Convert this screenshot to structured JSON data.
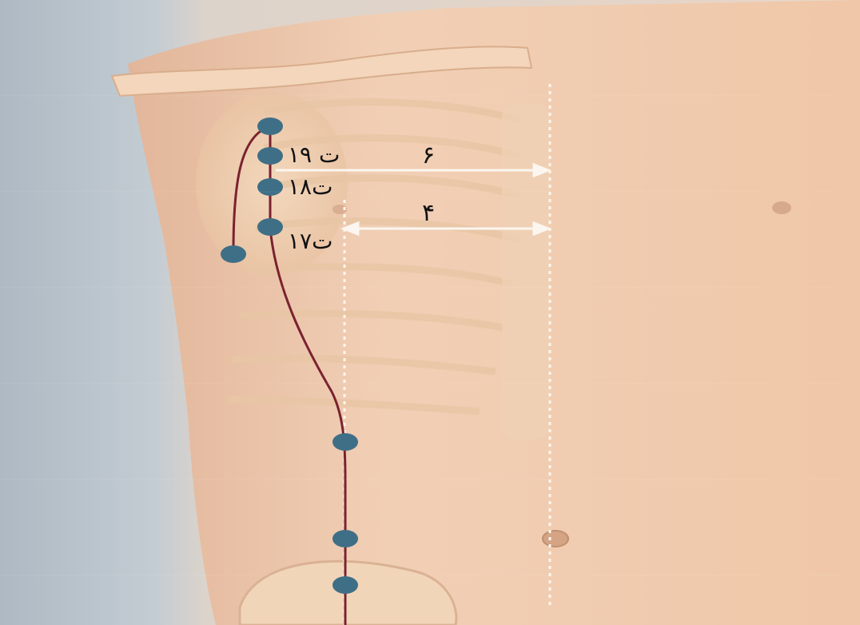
{
  "figure": {
    "point_labels": [
      {
        "id": "t19",
        "text": "ت ١٩"
      },
      {
        "id": "t18",
        "text": "ت١٨"
      },
      {
        "id": "t17",
        "text": "ت١٧"
      }
    ],
    "distance_labels": [
      {
        "id": "upper",
        "text": "۶"
      },
      {
        "id": "lower",
        "text": "۴"
      }
    ],
    "colors": {
      "skin": "#f0cdb0",
      "background": "#b8c3cc",
      "meridian_line": "#7a2230",
      "acupoint": "#3f6f86",
      "measure_line": "#f7f1ea"
    }
  }
}
